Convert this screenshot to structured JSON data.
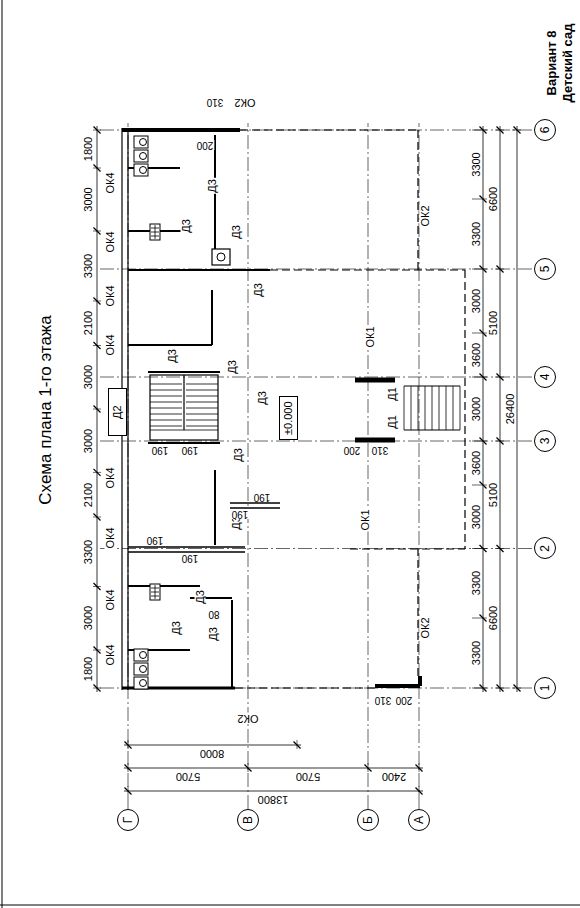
{
  "diagram": {
    "title": "Схема плана 1-го этажа",
    "nodes": [
      {
        "text": [
          "Д2"
        ]
      },
      {
        "text": [
          "±0.000"
        ]
      },
      {
        "text": [
          "1"
        ]
      },
      {
        "text": [
          "2"
        ]
      },
      {
        "text": [
          "3"
        ]
      },
      {
        "text": [
          "4"
        ]
      },
      {
        "text": [
          "5"
        ]
      },
      {
        "text": [
          "6"
        ]
      },
      {
        "text": [
          "Г"
        ]
      },
      {
        "text": [
          "В"
        ]
      },
      {
        "text": [
          "Б"
        ]
      },
      {
        "text": [
          "А"
        ]
      }
    ],
    "labels": [
      "Вариант 8",
      "Детский сад",
      "1800",
      "3000",
      "3300",
      "2100",
      "3000",
      "3000",
      "2100",
      "3300",
      "3000",
      "1800",
      "ОК4",
      "ОК4",
      "ОК4",
      "ОК4",
      "ОК4",
      "ОК4",
      "ОК4",
      "ОК4",
      "8000",
      "5700",
      "5700",
      "2400",
      "13800",
      "3300",
      "3300",
      "3000",
      "3600",
      "3000",
      "3600",
      "3000",
      "3300",
      "3300",
      "6600",
      "5100",
      "5100",
      "6600",
      "26400",
      "Д3",
      "Д3",
      "Д3",
      "Д3",
      "Д3",
      "Д3",
      "Д3",
      "Д3",
      "Д3",
      "Д3",
      "Д3",
      "Д3",
      "80",
      "Д1",
      "Д1",
      "ОК1",
      "ОК1",
      "ОК2",
      "ОК2",
      "ОК2",
      "ОК2",
      "310",
      "200",
      "310",
      "200",
      "200",
      "310",
      "190",
      "190",
      "190",
      "190",
      "190",
      "190"
    ]
  }
}
